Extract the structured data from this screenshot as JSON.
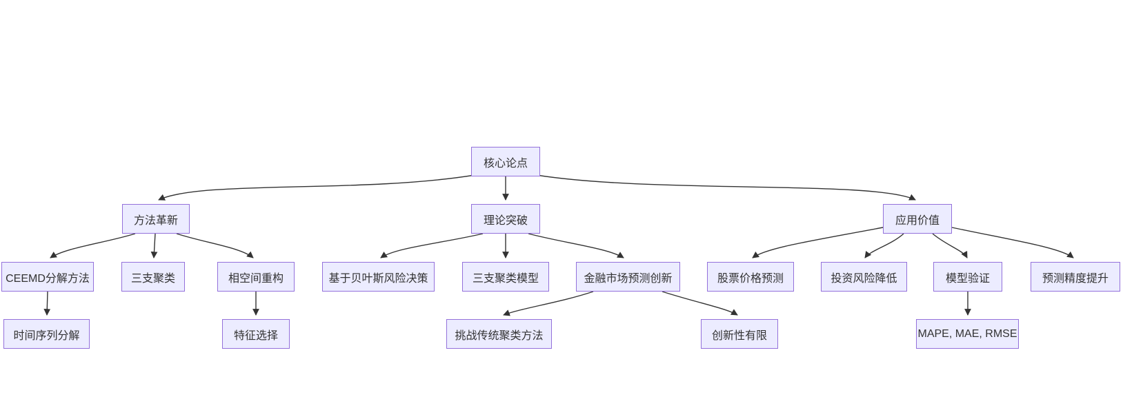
{
  "diagram": {
    "type": "flowchart-top-down",
    "background_color": "#ffffff",
    "node_fill_color": "#ECECFF",
    "node_border_color": "#9370DB",
    "edge_color": "#333333",
    "text_color": "#333333",
    "nodes": [
      {
        "id": "core",
        "level": 1,
        "label": "核心论点"
      },
      {
        "id": "method-innovation",
        "level": 2,
        "label": "方法革新"
      },
      {
        "id": "theory-breakthrough",
        "level": 2,
        "label": "理论突破"
      },
      {
        "id": "application-value",
        "level": 2,
        "label": "应用价值"
      },
      {
        "id": "ceemd-decomposition",
        "level": 3,
        "label": "CEEMD分解方法"
      },
      {
        "id": "three-way-clustering",
        "level": 3,
        "label": "三支聚类"
      },
      {
        "id": "phase-space-reconstruction",
        "level": 3,
        "label": "相空间重构"
      },
      {
        "id": "bayesian-risk-decision",
        "level": 3,
        "label": "基于贝叶斯风险决策"
      },
      {
        "id": "three-way-clustering-model",
        "level": 3,
        "label": "三支聚类模型"
      },
      {
        "id": "financial-market-innovation",
        "level": 3,
        "label": "金融市场预测创新"
      },
      {
        "id": "stock-price-prediction",
        "level": 3,
        "label": "股票价格预测"
      },
      {
        "id": "investment-risk-reduction",
        "level": 3,
        "label": "投资风险降低"
      },
      {
        "id": "model-validation",
        "level": 3,
        "label": "模型验证"
      },
      {
        "id": "prediction-accuracy-improvement",
        "level": 3,
        "label": "预测精度提升"
      },
      {
        "id": "time-series-decomposition",
        "level": 4,
        "label": "时间序列分解"
      },
      {
        "id": "feature-selection",
        "level": 4,
        "label": "特征选择"
      },
      {
        "id": "challenge-traditional-clustering",
        "level": 4,
        "label": "挑战传统聚类方法"
      },
      {
        "id": "limited-innovation",
        "level": 4,
        "label": "创新性有限"
      },
      {
        "id": "error-metrics",
        "level": 4,
        "label": "MAPE, MAE, RMSE"
      }
    ],
    "edges": [
      {
        "from": "核心论点",
        "to": "方法革新"
      },
      {
        "from": "核心论点",
        "to": "理论突破"
      },
      {
        "from": "核心论点",
        "to": "应用价值"
      },
      {
        "from": "方法革新",
        "to": "CEEMD分解方法"
      },
      {
        "from": "方法革新",
        "to": "三支聚类"
      },
      {
        "from": "方法革新",
        "to": "相空间重构"
      },
      {
        "from": "理论突破",
        "to": "基于贝叶斯风险决策"
      },
      {
        "from": "理论突破",
        "to": "三支聚类模型"
      },
      {
        "from": "理论突破",
        "to": "金融市场预测创新"
      },
      {
        "from": "应用价值",
        "to": "股票价格预测"
      },
      {
        "from": "应用价值",
        "to": "投资风险降低"
      },
      {
        "from": "应用价值",
        "to": "模型验证"
      },
      {
        "from": "应用价值",
        "to": "预测精度提升"
      },
      {
        "from": "CEEMD分解方法",
        "to": "时间序列分解"
      },
      {
        "from": "相空间重构",
        "to": "特征选择"
      },
      {
        "from": "金融市场预测创新",
        "to": "挑战传统聚类方法"
      },
      {
        "from": "金融市场预测创新",
        "to": "创新性有限"
      },
      {
        "from": "模型验证",
        "to": "MAPE, MAE, RMSE"
      }
    ]
  }
}
